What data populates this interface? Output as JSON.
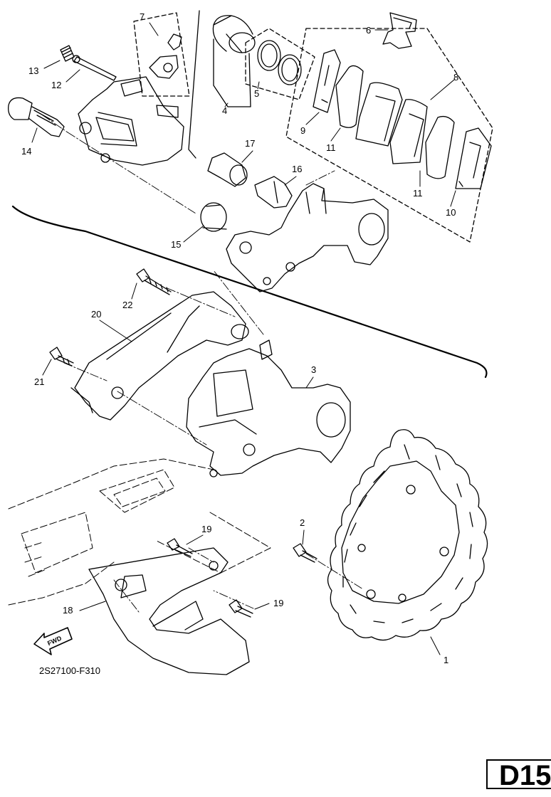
{
  "diagram": {
    "labels": {
      "p1": "1",
      "p2": "2",
      "p3": "3",
      "p4": "4",
      "p5": "5",
      "p6": "6",
      "p7": "7",
      "p8": "8",
      "p9": "9",
      "p10": "10",
      "p11a": "11",
      "p11b": "11",
      "p12": "12",
      "p13": "13",
      "p14": "14",
      "p15": "15",
      "p16": "16",
      "p17": "17",
      "p18": "18",
      "p19a": "19",
      "p19b": "19",
      "p20": "20",
      "p21": "21",
      "p22": "22"
    },
    "fwd": "FWD",
    "catalog_code": "2S27100-F310",
    "page_tab": "D15"
  }
}
